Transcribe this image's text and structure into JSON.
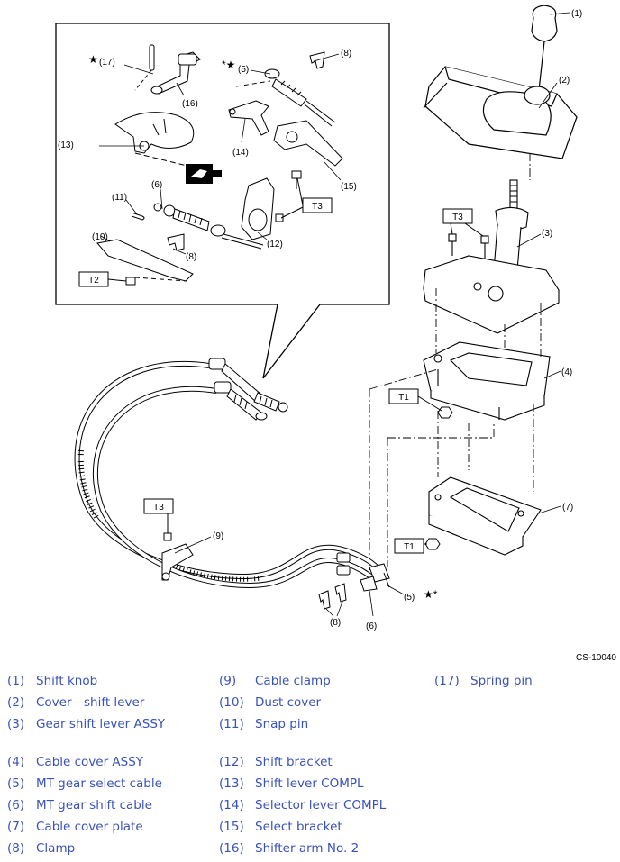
{
  "figure_code": "CS-10040",
  "callouts": {
    "n1": "(1)",
    "n2": "(2)",
    "n3": "(3)",
    "n4": "(4)",
    "n5a": "(5)",
    "n5b": "(5)",
    "n6a": "(6)",
    "n6b": "(6)",
    "n7": "(7)",
    "n8a": "(8)",
    "n8b": "(8)",
    "n8c": "(8)",
    "n9": "(9)",
    "n10": "(10)",
    "n11": "(11)",
    "n12": "(12)",
    "n13": "(13)",
    "n14": "(14)",
    "n15": "(15)",
    "n16": "(16)",
    "n17": "(17)"
  },
  "torque_tags": {
    "t1a": "T1",
    "t1b": "T1",
    "t2": "T2",
    "t3a": "T3",
    "t3b": "T3",
    "t3c": "T3"
  },
  "legend": {
    "col1": [
      {
        "num": "(1)",
        "label": "Shift knob"
      },
      {
        "num": "(2)",
        "label": "Cover - shift lever"
      },
      {
        "num": "(3)",
        "label": "Gear shift lever ASSY"
      },
      {
        "num": "(4)",
        "label": "Cable cover ASSY"
      },
      {
        "num": "(5)",
        "label": "MT gear select cable"
      },
      {
        "num": "(6)",
        "label": "MT gear shift cable"
      },
      {
        "num": "(7)",
        "label": "Cable cover plate"
      },
      {
        "num": "(8)",
        "label": "Clamp"
      }
    ],
    "col2": [
      {
        "num": "(9)",
        "label": "Cable clamp"
      },
      {
        "num": "(10)",
        "label": "Dust cover"
      },
      {
        "num": "(11)",
        "label": "Snap pin"
      },
      {
        "num": "(12)",
        "label": "Shift bracket"
      },
      {
        "num": "(13)",
        "label": "Shift lever COMPL"
      },
      {
        "num": "(14)",
        "label": "Selector lever COMPL"
      },
      {
        "num": "(15)",
        "label": "Select bracket"
      },
      {
        "num": "(16)",
        "label": "Shifter arm No. 2"
      }
    ],
    "col3": [
      {
        "num": "(17)",
        "label": "Spring pin"
      }
    ]
  }
}
